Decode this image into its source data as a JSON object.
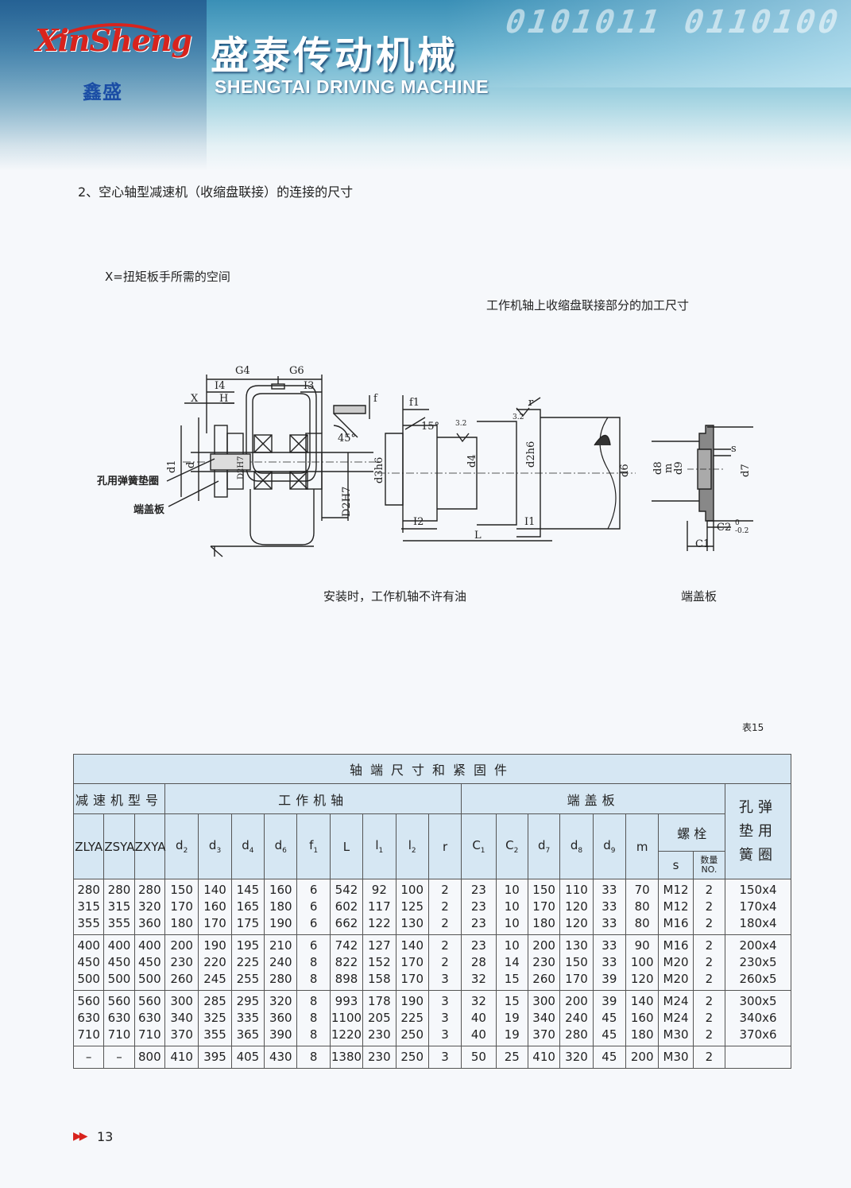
{
  "header": {
    "logo_en": "XinSheng",
    "logo_cn": "鑫盛",
    "title_cn": "盛泰传动机械",
    "title_en": "SHENGTAI DRIVING MACHINE"
  },
  "section": {
    "title": "2、空心轴型减速机（收缩盘联接）的连接的尺寸",
    "note_x": "X=扭矩板手所需的空间",
    "caption_processing": "工作机轴上收缩盘联接部分的加工尺寸",
    "caption_install": "安装时，工作机轴不许有油",
    "caption_cover": "端盖板",
    "table_no": "表15"
  },
  "drawing": {
    "labels": {
      "G4": "G4",
      "G6": "G6",
      "I4": "I4",
      "I3": "I3",
      "X": "X",
      "H": "H",
      "f": "f",
      "angle45": "45°",
      "d1": "d1",
      "d": "d",
      "D2H7_inner": "D2H7",
      "D2H7": "D2H7",
      "spring_washer": "孔用弹簧垫圈",
      "end_cover": "端盖板",
      "f1": "f1",
      "angle15": "15°",
      "rough1": "3.2",
      "rough2": "3.2",
      "r": "r",
      "d3h6": "d3h6",
      "d4": "d4",
      "d2h6": "d2h6",
      "d6": "d6",
      "I2": "I2",
      "L": "L",
      "I1": "I1",
      "d8": "d8",
      "m": "m",
      "d9": "d9",
      "s": "s",
      "d7": "d7",
      "C2": "C2",
      "tol": "0",
      "tol2": "-0.2",
      "C1": "C1"
    }
  },
  "table": {
    "caption": "轴端尺寸和紧固件",
    "group_model": "减速机型号",
    "group_shaft": "工作机轴",
    "group_cover": "端盖板",
    "group_washer": "孔弹垫用簧圈",
    "bolt": "螺  栓",
    "models": [
      "ZLYA",
      "ZSYA",
      "ZXYA"
    ],
    "shaft_cols": [
      [
        "d",
        "2"
      ],
      [
        "d",
        "3"
      ],
      [
        "d",
        "4"
      ],
      [
        "d",
        "6"
      ],
      [
        "f",
        "1"
      ],
      [
        "L",
        ""
      ],
      [
        "l",
        "1"
      ],
      [
        "l",
        "2"
      ],
      [
        "r",
        ""
      ]
    ],
    "cover_cols": [
      [
        "C",
        "1"
      ],
      [
        "C",
        "2"
      ],
      [
        "d",
        "7"
      ],
      [
        "d",
        "8"
      ],
      [
        "d",
        "9"
      ],
      [
        "m",
        ""
      ]
    ],
    "bolt_s": "s",
    "bolt_qty": "数量",
    "bolt_no": "NO.",
    "groups": [
      {
        "ZLYA": [
          "280",
          "315",
          "355"
        ],
        "ZSYA": [
          "280",
          "315",
          "355"
        ],
        "ZXYA": [
          "280",
          "320",
          "360"
        ],
        "d2": [
          "150",
          "170",
          "180"
        ],
        "d3": [
          "140",
          "160",
          "170"
        ],
        "d4": [
          "145",
          "165",
          "175"
        ],
        "d6": [
          "160",
          "180",
          "190"
        ],
        "f1": [
          "6",
          "6",
          "6"
        ],
        "L": [
          "542",
          "602",
          "662"
        ],
        "l1": [
          "92",
          "117",
          "122"
        ],
        "l2": [
          "100",
          "125",
          "130"
        ],
        "r": [
          "2",
          "2",
          "2"
        ],
        "C1": [
          "23",
          "23",
          "23"
        ],
        "C2": [
          "10",
          "10",
          "10"
        ],
        "d7": [
          "150",
          "170",
          "180"
        ],
        "d8": [
          "110",
          "120",
          "120"
        ],
        "d9": [
          "33",
          "33",
          "33"
        ],
        "m": [
          "70",
          "80",
          "80"
        ],
        "s": [
          "M12",
          "M12",
          "M16"
        ],
        "qty": [
          "2",
          "2",
          "2"
        ],
        "washer": [
          "150x4",
          "170x4",
          "180x4"
        ]
      },
      {
        "ZLYA": [
          "400",
          "450",
          "500"
        ],
        "ZSYA": [
          "400",
          "450",
          "500"
        ],
        "ZXYA": [
          "400",
          "450",
          "500"
        ],
        "d2": [
          "200",
          "230",
          "260"
        ],
        "d3": [
          "190",
          "220",
          "245"
        ],
        "d4": [
          "195",
          "225",
          "255"
        ],
        "d6": [
          "210",
          "240",
          "280"
        ],
        "f1": [
          "6",
          "8",
          "8"
        ],
        "L": [
          "742",
          "822",
          "898"
        ],
        "l1": [
          "127",
          "152",
          "158"
        ],
        "l2": [
          "140",
          "170",
          "170"
        ],
        "r": [
          "2",
          "2",
          "3"
        ],
        "C1": [
          "23",
          "28",
          "32"
        ],
        "C2": [
          "10",
          "14",
          "15"
        ],
        "d7": [
          "200",
          "230",
          "260"
        ],
        "d8": [
          "130",
          "150",
          "170"
        ],
        "d9": [
          "33",
          "33",
          "39"
        ],
        "m": [
          "90",
          "100",
          "120"
        ],
        "s": [
          "M16",
          "M20",
          "M20"
        ],
        "qty": [
          "2",
          "2",
          "2"
        ],
        "washer": [
          "200x4",
          "230x5",
          "260x5"
        ]
      },
      {
        "ZLYA": [
          "560",
          "630",
          "710"
        ],
        "ZSYA": [
          "560",
          "630",
          "710"
        ],
        "ZXYA": [
          "560",
          "630",
          "710"
        ],
        "d2": [
          "300",
          "340",
          "370"
        ],
        "d3": [
          "285",
          "325",
          "355"
        ],
        "d4": [
          "295",
          "335",
          "365"
        ],
        "d6": [
          "320",
          "360",
          "390"
        ],
        "f1": [
          "8",
          "8",
          "8"
        ],
        "L": [
          "993",
          "1100",
          "1220"
        ],
        "l1": [
          "178",
          "205",
          "230"
        ],
        "l2": [
          "190",
          "225",
          "250"
        ],
        "r": [
          "3",
          "3",
          "3"
        ],
        "C1": [
          "32",
          "40",
          "40"
        ],
        "C2": [
          "15",
          "19",
          "19"
        ],
        "d7": [
          "300",
          "340",
          "370"
        ],
        "d8": [
          "200",
          "240",
          "280"
        ],
        "d9": [
          "39",
          "45",
          "45"
        ],
        "m": [
          "140",
          "160",
          "180"
        ],
        "s": [
          "M24",
          "M24",
          "M30"
        ],
        "qty": [
          "2",
          "2",
          "2"
        ],
        "washer": [
          "300x5",
          "340x6",
          "370x6"
        ]
      },
      {
        "ZLYA": [
          "–"
        ],
        "ZSYA": [
          "–"
        ],
        "ZXYA": [
          "800"
        ],
        "d2": [
          "410"
        ],
        "d3": [
          "395"
        ],
        "d4": [
          "405"
        ],
        "d6": [
          "430"
        ],
        "f1": [
          "8"
        ],
        "L": [
          "1380"
        ],
        "l1": [
          "230"
        ],
        "l2": [
          "250"
        ],
        "r": [
          "3"
        ],
        "C1": [
          "50"
        ],
        "C2": [
          "25"
        ],
        "d7": [
          "410"
        ],
        "d8": [
          "320"
        ],
        "d9": [
          "45"
        ],
        "m": [
          "200"
        ],
        "s": [
          "M30"
        ],
        "qty": [
          "2"
        ],
        "washer": [
          ""
        ]
      }
    ]
  },
  "footer": {
    "arrow": "▶▶",
    "page": "13"
  }
}
